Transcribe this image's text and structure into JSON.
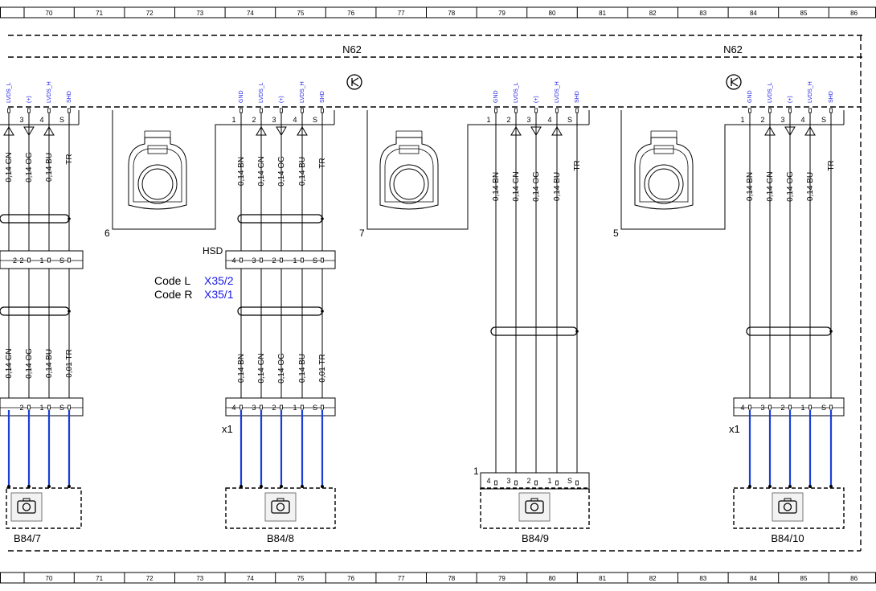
{
  "ruler": {
    "numbers": [
      "70",
      "71",
      "72",
      "73",
      "74",
      "75",
      "76",
      "77",
      "78",
      "79",
      "80",
      "81",
      "82",
      "83",
      "84",
      "85",
      "86"
    ]
  },
  "module_left": {
    "label": "N62"
  },
  "module_right": {
    "label": "N62"
  },
  "connector_numbers": {
    "c6": "6",
    "c7": "7",
    "c5": "5"
  },
  "shield": {
    "hsd_label": "HSD"
  },
  "codes": {
    "code_l_label": "Code L",
    "code_l_value": "X35/2",
    "code_r_label": "Code R",
    "code_r_value": "X35/1"
  },
  "plug_labels": {
    "x1_a": "x1",
    "x1_b": "x1",
    "pin1_b849": "1"
  },
  "cameras": {
    "cam1": "B84/7",
    "cam2": "B84/8",
    "cam3": "B84/9",
    "cam4": "B84/10"
  },
  "signal_names": {
    "gnd": "GND",
    "lvds_l": "LVDS_L",
    "plus": "(+)",
    "lvds_h": "LVDS_H",
    "shd": "SHD"
  },
  "pin_labels": {
    "p1": "1",
    "p2": "2",
    "p3": "3",
    "p4": "4",
    "ps": "S"
  },
  "wires": {
    "bn": "0,14 BN",
    "gn": "0,14 GN",
    "og": "0,14 OG",
    "bu": "0,14 BU",
    "tr": "TR",
    "tr2": "0,01 TR"
  },
  "colors": {
    "signal_blue": "#1a1ae6",
    "wire_blue": "#1a3fd6",
    "line": "#000000"
  }
}
